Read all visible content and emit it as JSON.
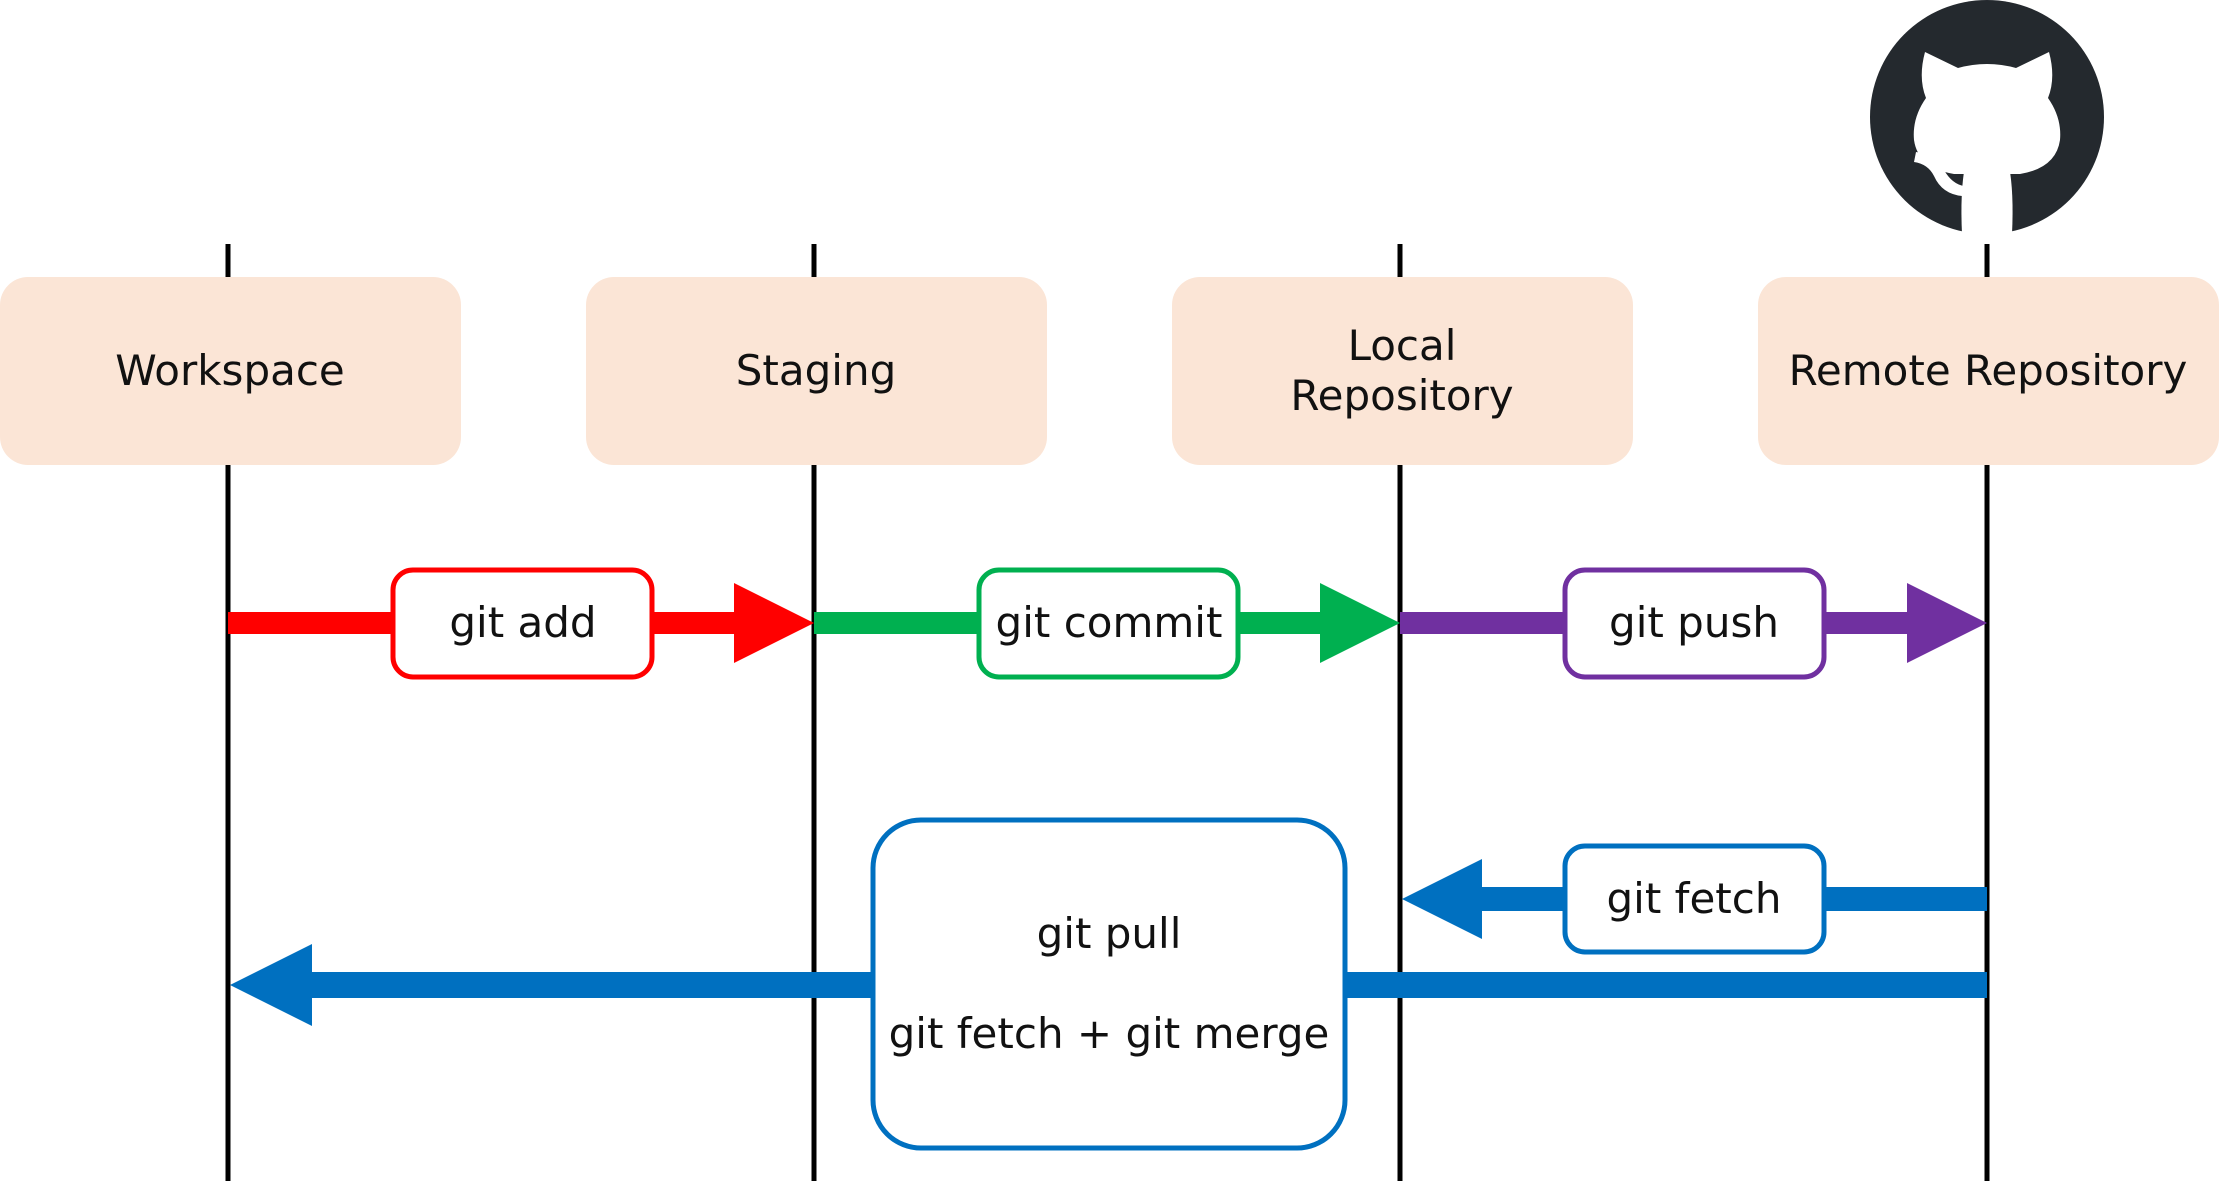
{
  "lanes": [
    {
      "label_lines": [
        "Workspace"
      ]
    },
    {
      "label_lines": [
        "Staging"
      ]
    },
    {
      "label_lines": [
        "Local",
        "Repository"
      ]
    },
    {
      "label_lines": [
        "Remote Repository"
      ]
    }
  ],
  "commands": {
    "add": {
      "label": "git add",
      "color": "#ff0000"
    },
    "commit": {
      "label": "git commit",
      "color": "#00b050"
    },
    "push": {
      "label": "git push",
      "color": "#7030a0"
    },
    "fetch": {
      "label": "git fetch",
      "color": "#0070c0"
    },
    "pull": {
      "label": "git pull",
      "sublabel": "git fetch + git merge",
      "color": "#0070c0"
    }
  },
  "colors": {
    "lane_box_fill": "#fbe5d6",
    "lane_line": "#000000",
    "text": "#111111",
    "logo": "#24292e"
  },
  "icons": {
    "remote_logo": "github-octocat-icon"
  }
}
